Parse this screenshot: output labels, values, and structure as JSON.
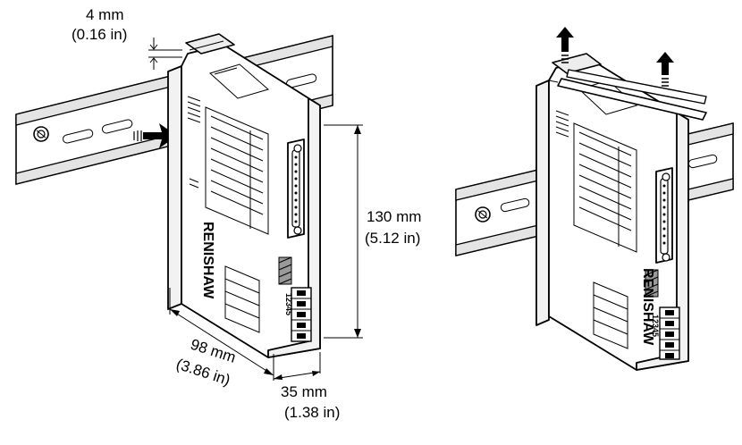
{
  "dimensions": {
    "gap_mm": "4 mm",
    "gap_in": "(0.16 in)",
    "height_mm": "130 mm",
    "height_in": "(5.12 in)",
    "depth_mm": "98 mm",
    "depth_in": "(3.86 in)",
    "width_mm": "35 mm",
    "width_in": "(1.38 in)"
  },
  "unit": {
    "brand": "RENISHAW",
    "terminal_numbers": "12345"
  },
  "icons": [
    "arrow-up-icon",
    "push-arrow-icon",
    "screwdriver-icon"
  ]
}
